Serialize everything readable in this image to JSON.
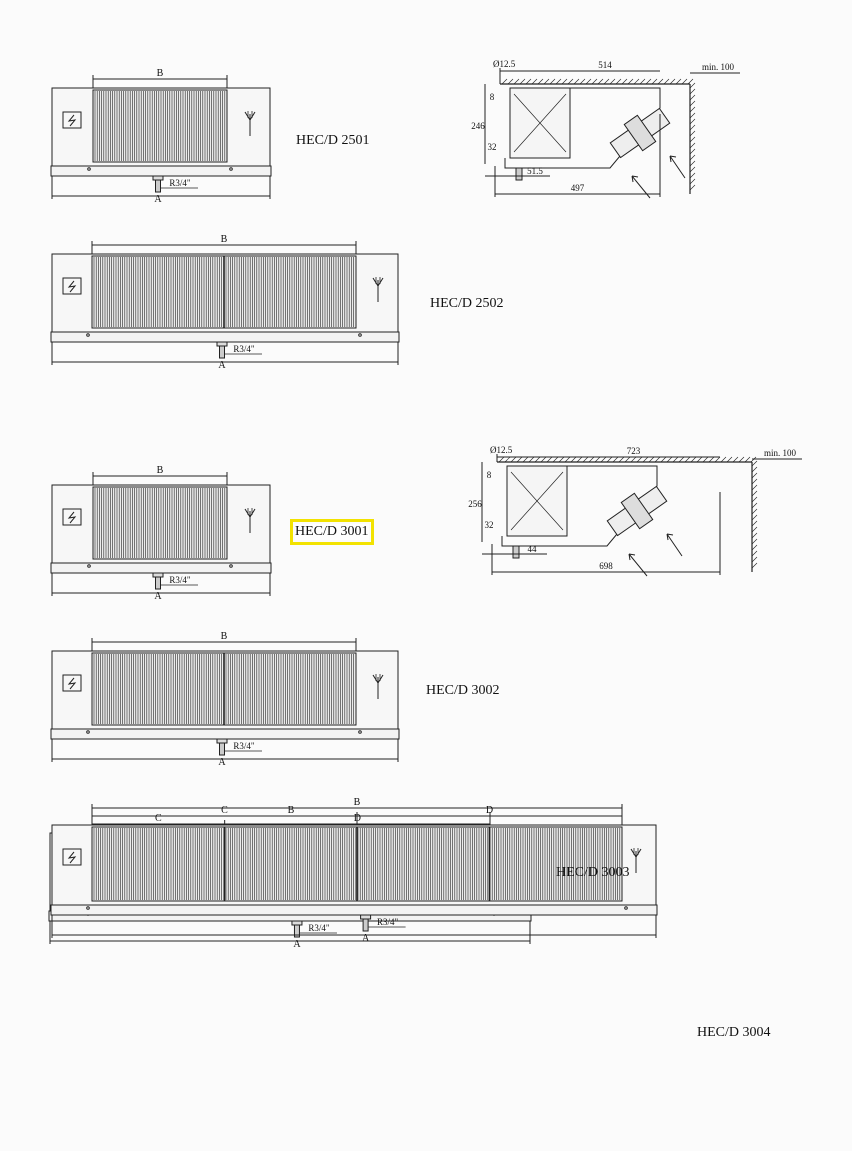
{
  "colors": {
    "highlight": "#f2e200",
    "line": "#222222",
    "background": "#fbfbfb"
  },
  "units": [
    {
      "id": "u2501",
      "model": "HEC/D 2501",
      "dim_letters": [
        "B"
      ],
      "bottom_letter": "A",
      "pipe": "R3/4\"",
      "highlighted": false,
      "fan_sections": 1
    },
    {
      "id": "u2502",
      "model": "HEC/D 2502",
      "dim_letters": [
        "B"
      ],
      "bottom_letter": "A",
      "pipe": "R3/4\"",
      "highlighted": false,
      "fan_sections": 2
    },
    {
      "id": "u3001",
      "model": "HEC/D 3001",
      "dim_letters": [
        "B"
      ],
      "bottom_letter": "A",
      "pipe": "R3/4\"",
      "highlighted": true,
      "fan_sections": 1
    },
    {
      "id": "u3002",
      "model": "HEC/D 3002",
      "dim_letters": [
        "B"
      ],
      "bottom_letter": "A",
      "pipe": "R3/4\"",
      "highlighted": false,
      "fan_sections": 2
    },
    {
      "id": "u3003",
      "model": "HEC/D 3003",
      "dim_letters": [
        "B",
        "C",
        "D"
      ],
      "bottom_letter": "A",
      "pipe": "R3/4\"",
      "highlighted": false,
      "fan_sections": 3
    },
    {
      "id": "u3004",
      "model": "HEC/D 3004",
      "dim_letters": [
        "B",
        "C",
        "D"
      ],
      "bottom_letter": "A",
      "pipe": "R3/4\"",
      "highlighted": false,
      "fan_sections": 4
    }
  ],
  "side_views": [
    {
      "id": "s25",
      "diameter": "Ø12.5",
      "width": "514",
      "min_clearance": "min. 100",
      "height": "246",
      "top_offset": "8",
      "bottom_offset": "32",
      "drain_offset": "51.5",
      "depth": "497"
    },
    {
      "id": "s30",
      "diameter": "Ø12.5",
      "width": "723",
      "min_clearance": "min. 100",
      "height": "256",
      "top_offset": "8",
      "bottom_offset": "32",
      "drain_offset": "44",
      "depth": "698"
    }
  ]
}
